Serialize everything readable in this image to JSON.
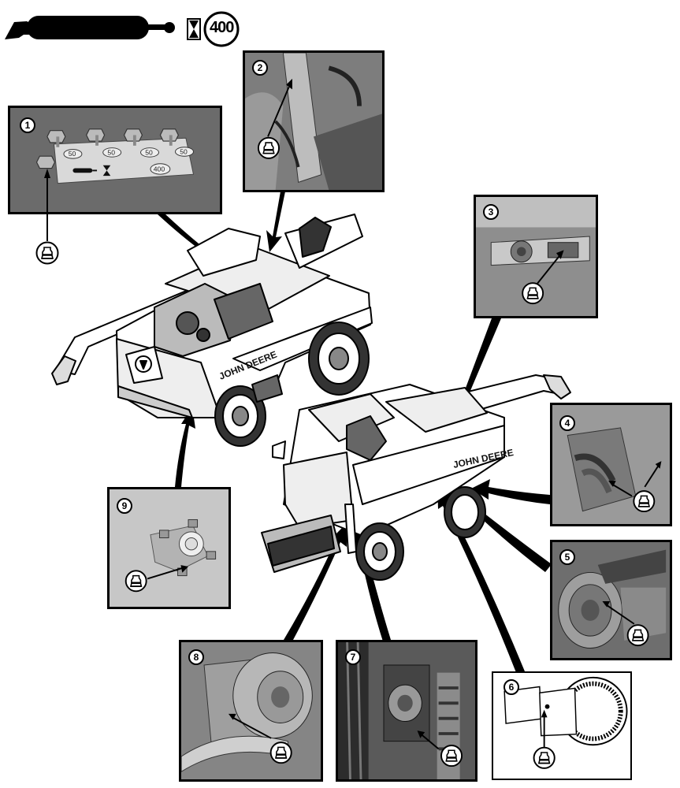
{
  "header": {
    "interval_hours": "400",
    "grease_gun_icon": "grease-gun-icon",
    "hourglass_icon": "hourglass-icon"
  },
  "panels": [
    {
      "number": "1",
      "decal_labels": [
        "50",
        "50",
        "50",
        "50",
        "400"
      ]
    },
    {
      "number": "2"
    },
    {
      "number": "3"
    },
    {
      "number": "4"
    },
    {
      "number": "5"
    },
    {
      "number": "6"
    },
    {
      "number": "7"
    },
    {
      "number": "8"
    },
    {
      "number": "9"
    }
  ],
  "machine": {
    "brand_text": "JOHN DEERE"
  },
  "icons": {
    "grease_point": "grease-fitting-icon"
  }
}
